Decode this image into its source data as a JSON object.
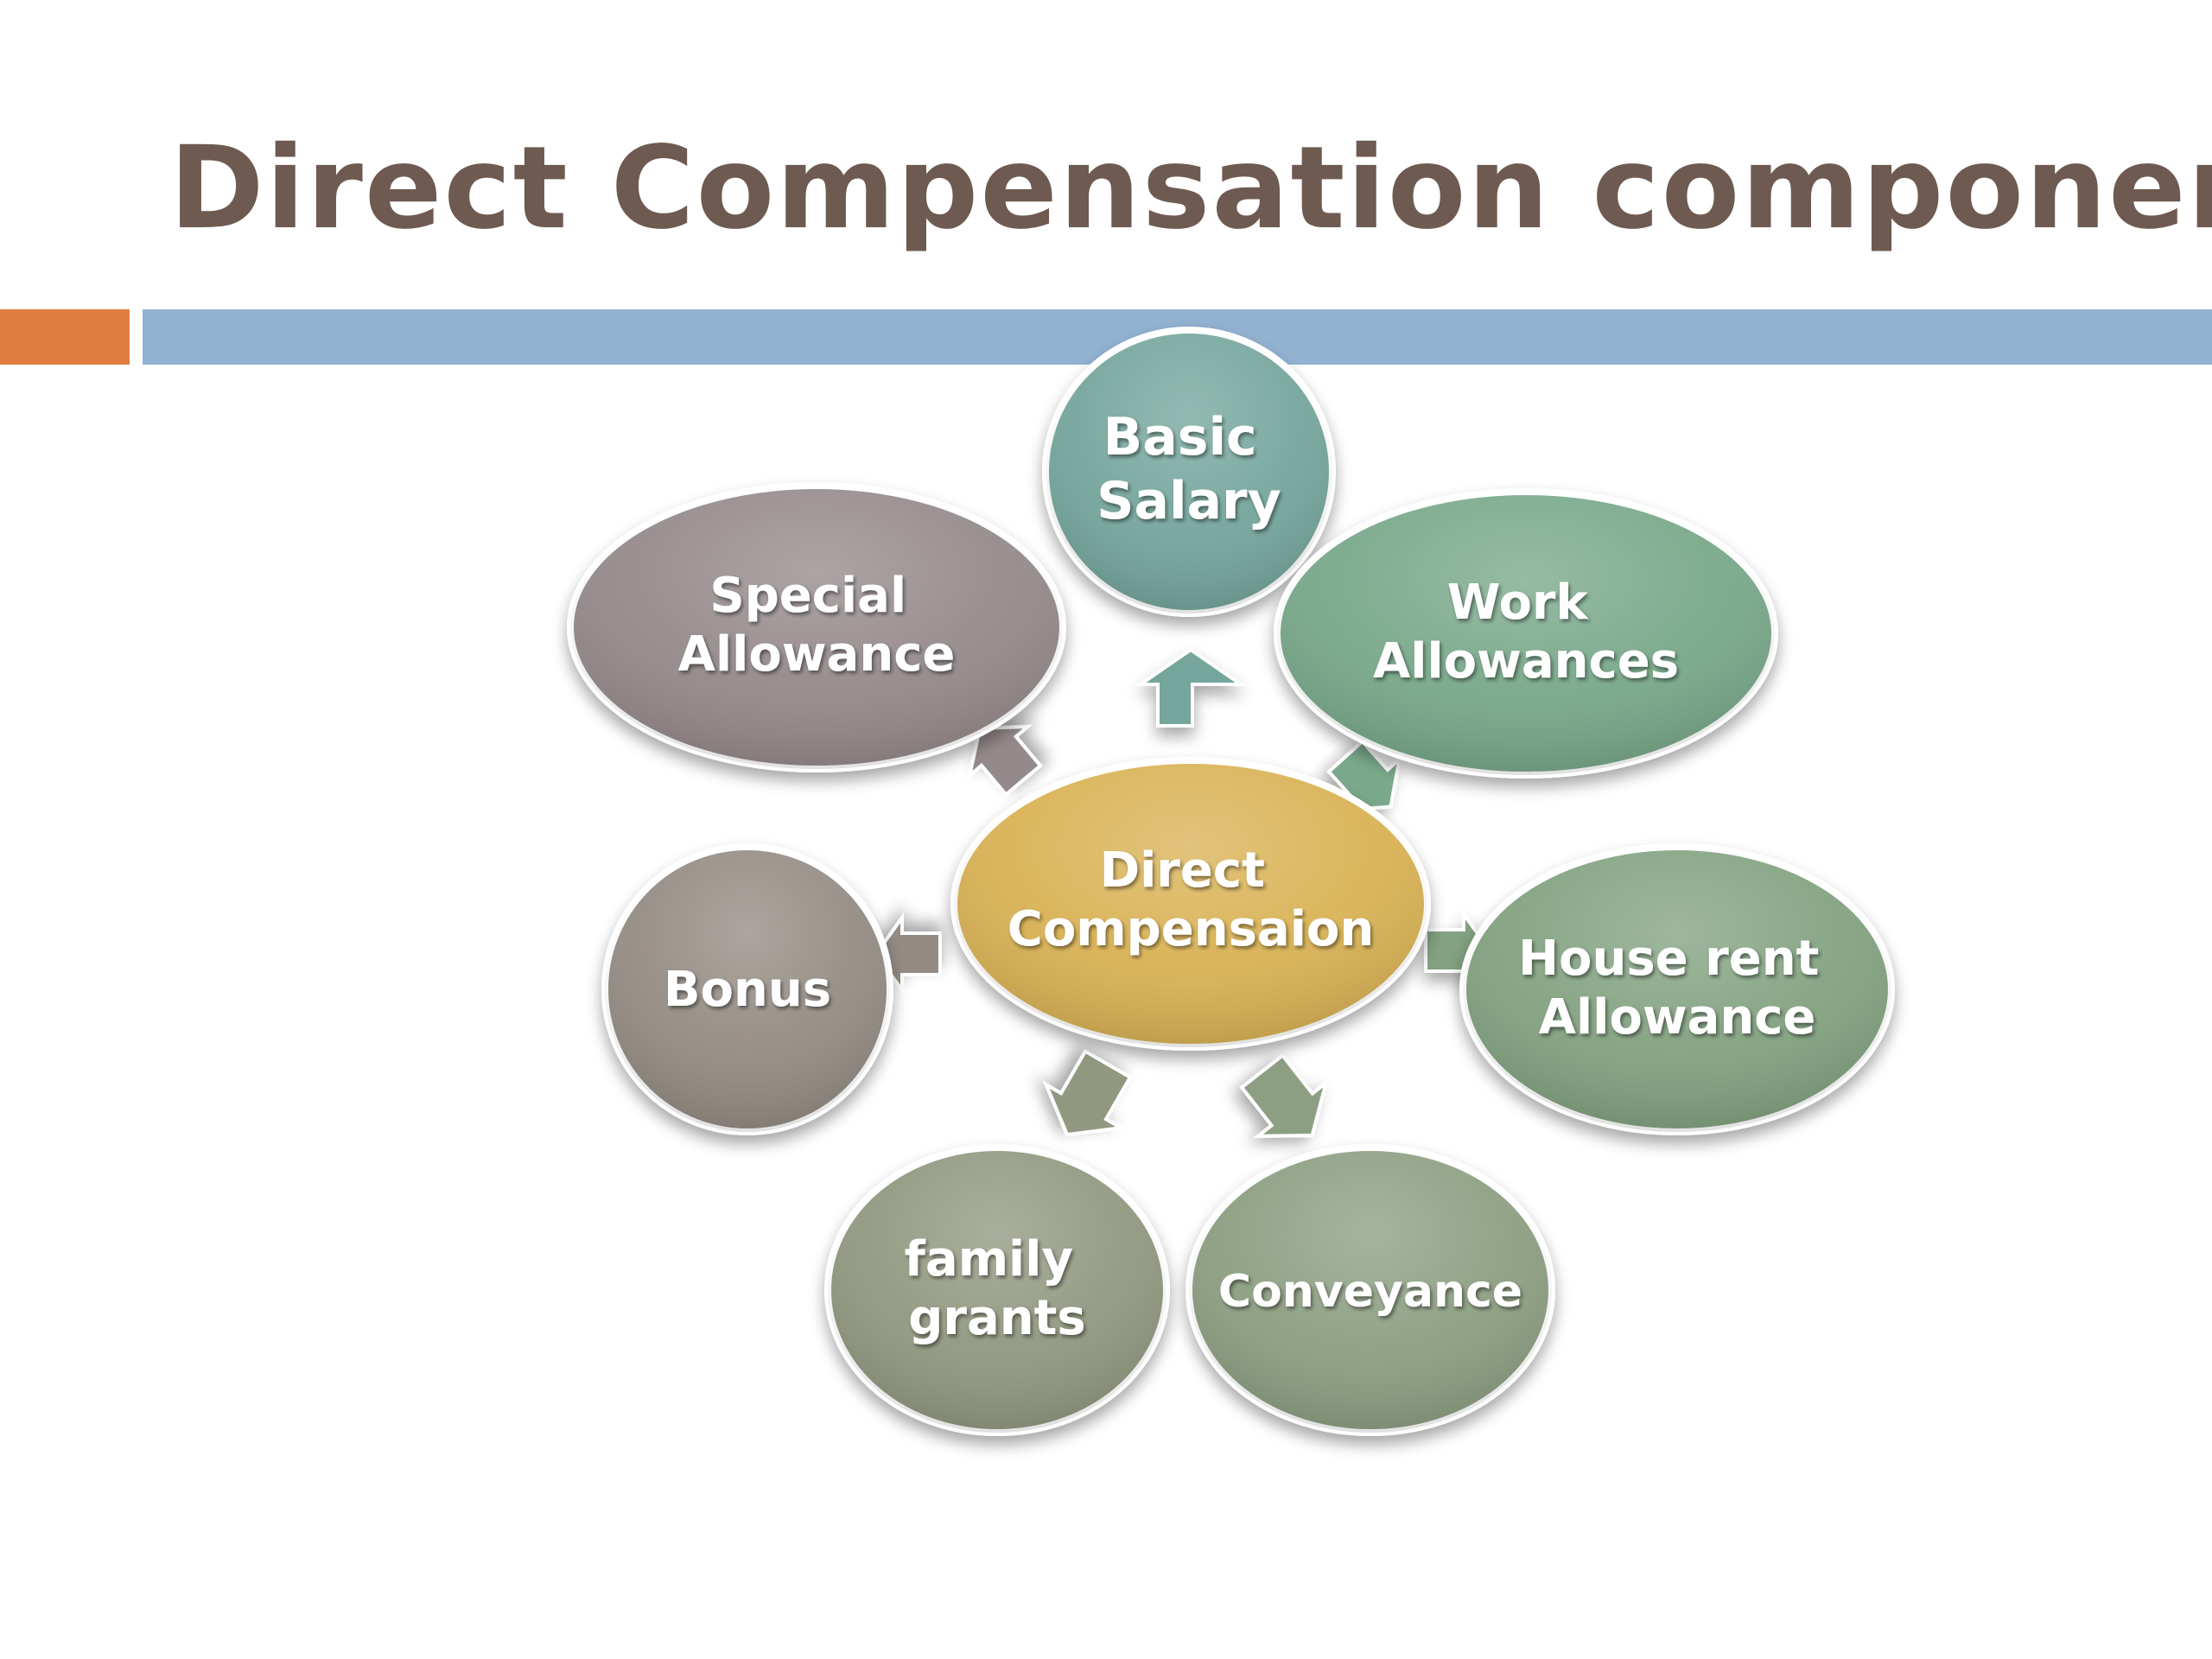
{
  "slide": {
    "title": "Direct Compensation components"
  },
  "diagram": {
    "center": {
      "label_lines": [
        "Direct",
        "Compensaion"
      ],
      "color": "#d9b255"
    },
    "nodes": [
      {
        "id": "basic-salary",
        "label_lines": [
          "Basic",
          "Salary"
        ],
        "color": "#74a69c"
      },
      {
        "id": "work-allowances",
        "label_lines": [
          "Work",
          "Allowances"
        ],
        "color": "#79a88a"
      },
      {
        "id": "house-rent-allowance",
        "label_lines": [
          "House rent",
          "Allowance"
        ],
        "color": "#83a281"
      },
      {
        "id": "conveyance",
        "label_lines": [
          "Conveyance"
        ],
        "color": "#8d9f82"
      },
      {
        "id": "family-grants",
        "label_lines": [
          "family",
          "grants"
        ],
        "color": "#919880"
      },
      {
        "id": "bonus",
        "label_lines": [
          "Bonus"
        ],
        "color": "#948c84"
      },
      {
        "id": "special-allowance",
        "label_lines": [
          "Special",
          "Allowance"
        ],
        "color": "#958a8b"
      }
    ]
  }
}
